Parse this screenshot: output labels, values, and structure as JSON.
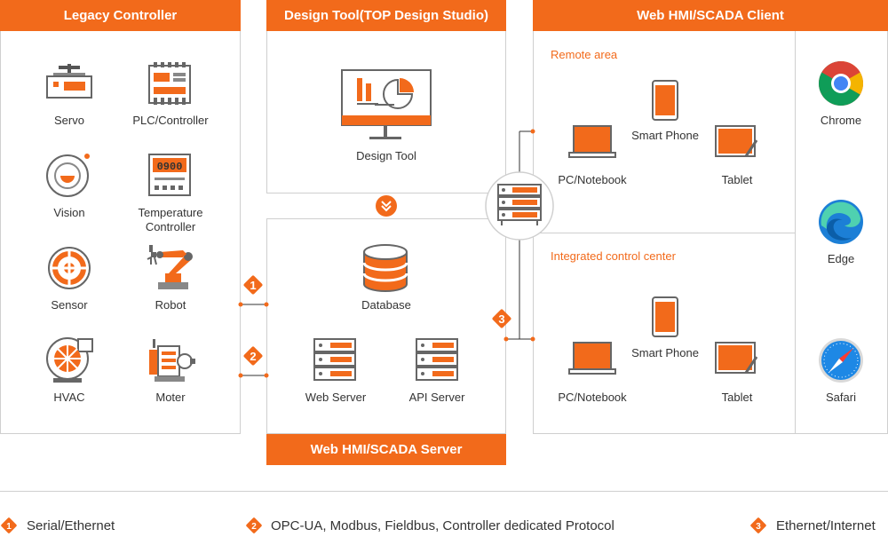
{
  "legacy": {
    "title": "Legacy Controller",
    "items": {
      "servo": "Servo",
      "plc": "PLC/Controller",
      "vision": "Vision",
      "temp_line1": "Temperature",
      "temp_line2": "Controller",
      "temp_display": "0900",
      "sensor": "Sensor",
      "robot": "Robot",
      "hvac": "HVAC",
      "moter": "Moter"
    }
  },
  "design": {
    "title": "Design Tool(TOP Design Studio)",
    "tool_label": "Design Tool"
  },
  "server": {
    "title": "Web HMI/SCADA Server",
    "database": "Database",
    "web_server": "Web Server",
    "api_server": "API Server"
  },
  "client": {
    "title": "Web HMI/SCADA Client",
    "remote_area": "Remote area",
    "integrated": "Integrated control center",
    "remote": {
      "notebook": "PC/Notebook",
      "phone": "Smart Phone",
      "tablet": "Tablet"
    },
    "center": {
      "notebook": "PC/Notebook",
      "phone": "Smart Phone",
      "tablet": "Tablet"
    },
    "browsers": {
      "chrome": "Chrome",
      "edge": "Edge",
      "safari": "Safari"
    }
  },
  "markers": {
    "one": "1",
    "two": "2",
    "three": "3"
  },
  "legend": {
    "one": "Serial/Ethernet",
    "two": "OPC-UA, Modbus, Fieldbus, Controller dedicated Protocol",
    "three": "Ethernet/Internet"
  },
  "colors": {
    "accent": "#f26a1b",
    "border": "#cfcfcf",
    "text": "#333333"
  }
}
